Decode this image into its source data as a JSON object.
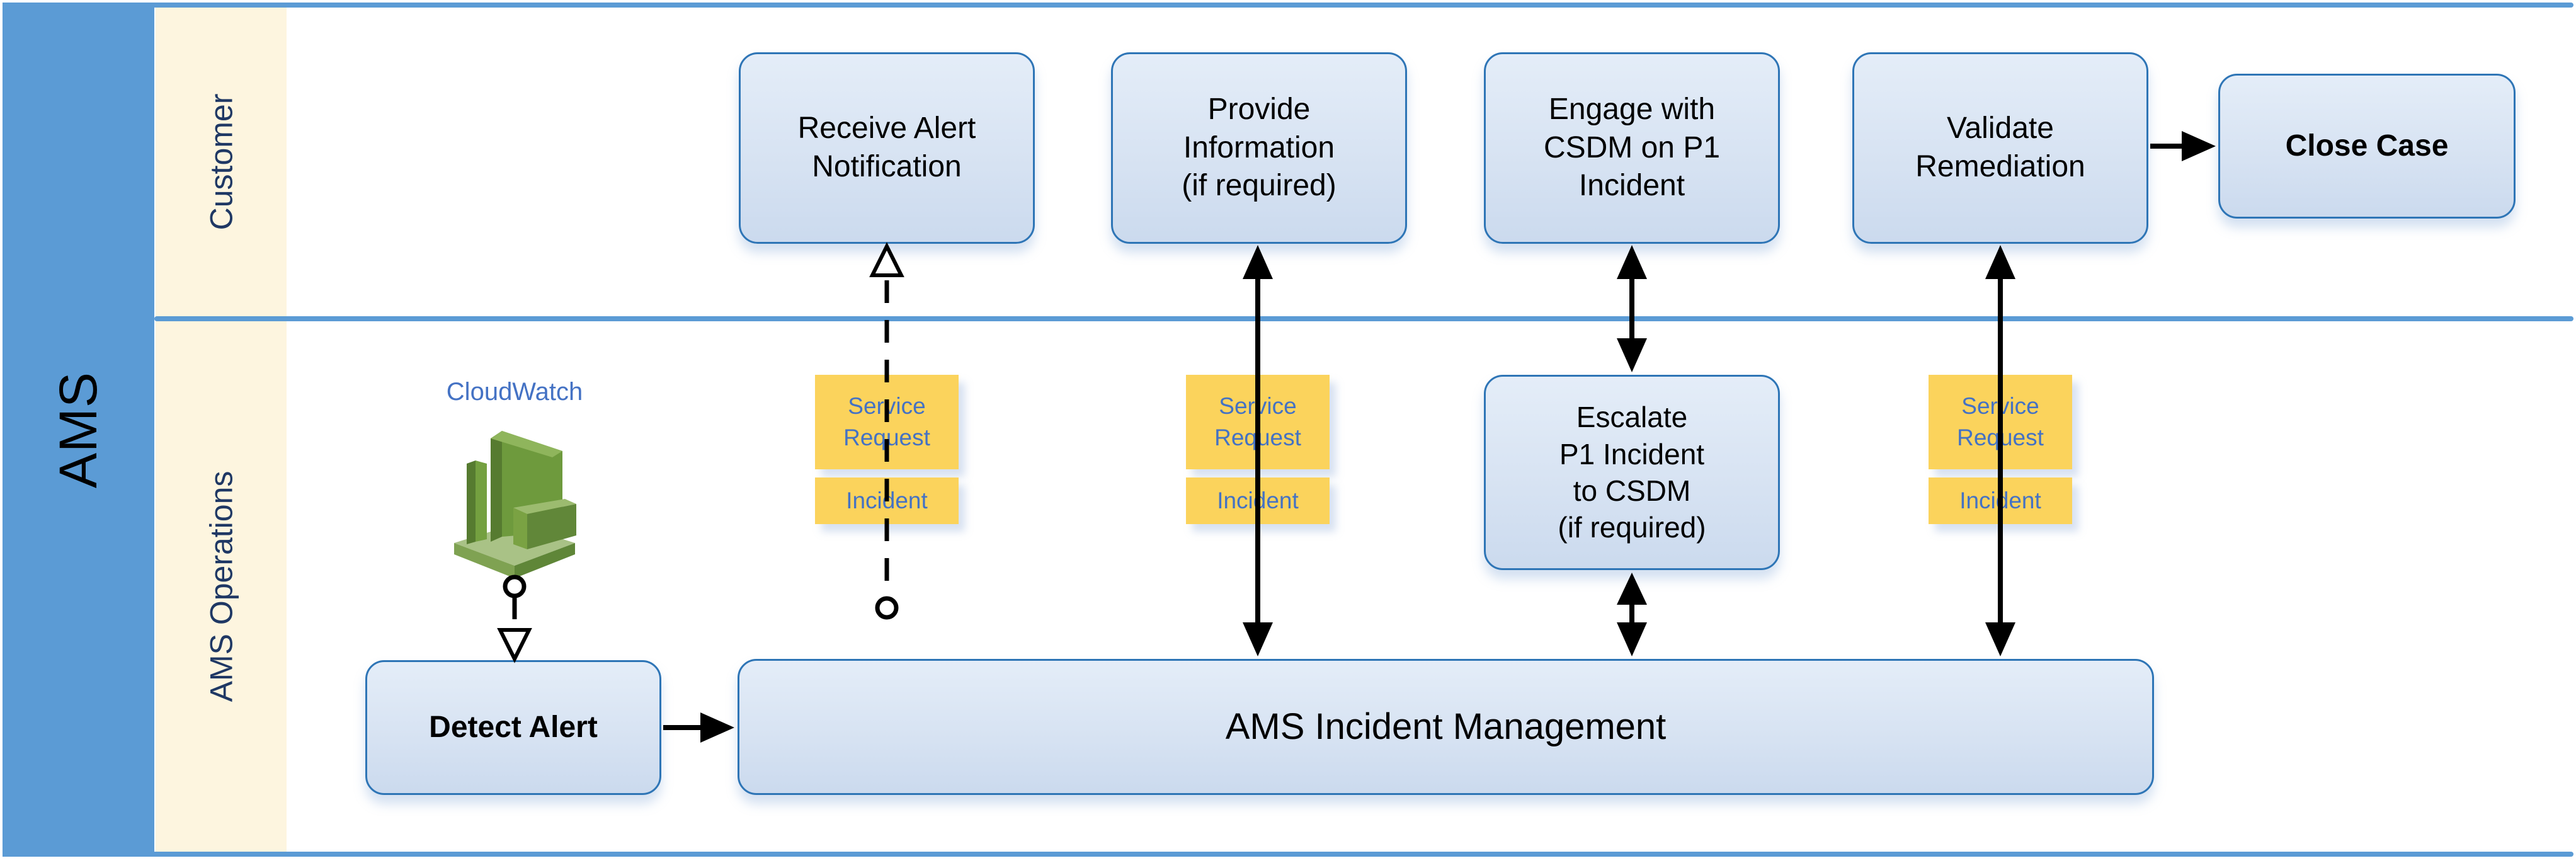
{
  "diagram": {
    "pool_label": "AMS",
    "lanes": [
      {
        "id": "customer",
        "label": "Customer"
      },
      {
        "id": "ams_operations",
        "label": "AMS Operations"
      }
    ],
    "nodes": {
      "receive_alert": "Receive Alert\nNotification",
      "provide_information": "Provide\nInformation\n(if required)",
      "engage_csdm": "Engage with\nCSDM on P1\nIncident",
      "validate_remediation": "Validate\nRemediation",
      "close_case": "Close Case",
      "escalate_p1": "Escalate\nP1 Incident\nto CSDM\n(if required)",
      "detect_alert": "Detect Alert",
      "ams_incident_management": "AMS Incident Management"
    },
    "annotations": {
      "cloudwatch": "CloudWatch",
      "service_request": "Service\nRequest",
      "incident": "Incident"
    },
    "colors": {
      "pool_blue": "#5B9BD5",
      "lane_cream": "#FDF5DF",
      "node_border": "#2E75B6",
      "node_fill": "#D9E4F2",
      "tag_yellow": "#FBD35C",
      "tag_text": "#4472C4",
      "lane_label_text": "#1F3864",
      "connector_black": "#000000"
    }
  }
}
